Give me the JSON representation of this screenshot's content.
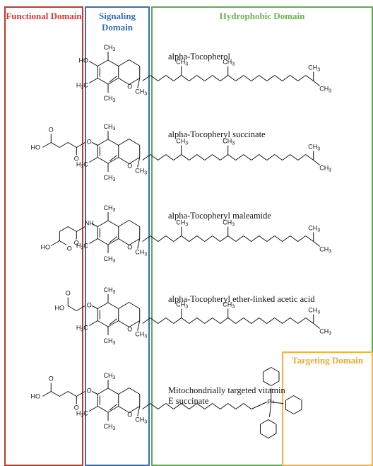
{
  "domains": {
    "functional": {
      "title": "Functional Domain",
      "color": "#d63a2f"
    },
    "signaling": {
      "title": "Signaling Domain",
      "color": "#3a6fb5"
    },
    "hydrophobic": {
      "title": "Hydrophobic Domain",
      "color": "#6bb24f"
    },
    "targeting": {
      "title": "Targeting Domain",
      "color": "#f2a92e"
    }
  },
  "compounds": [
    {
      "name": "alpha-Tocopherol",
      "head": "hydroxyl"
    },
    {
      "name": "alpha-Tocopheryl succinate",
      "head": "succinate"
    },
    {
      "name": "alpha-Tocopheryl maleamide",
      "head": "maleamide"
    },
    {
      "name": "alpha-Tocopheryl ether-linked acetic acid",
      "head": "acetic"
    },
    {
      "name": "Mitochondrially targeted vitamin E succinate",
      "head": "succinate",
      "tail": "triphenylphosphonium"
    }
  ],
  "atoms": {
    "ch3": "CH3",
    "h3c": "H3C",
    "ho": "HO",
    "o": "O",
    "nh": "NH",
    "p": "P+"
  }
}
